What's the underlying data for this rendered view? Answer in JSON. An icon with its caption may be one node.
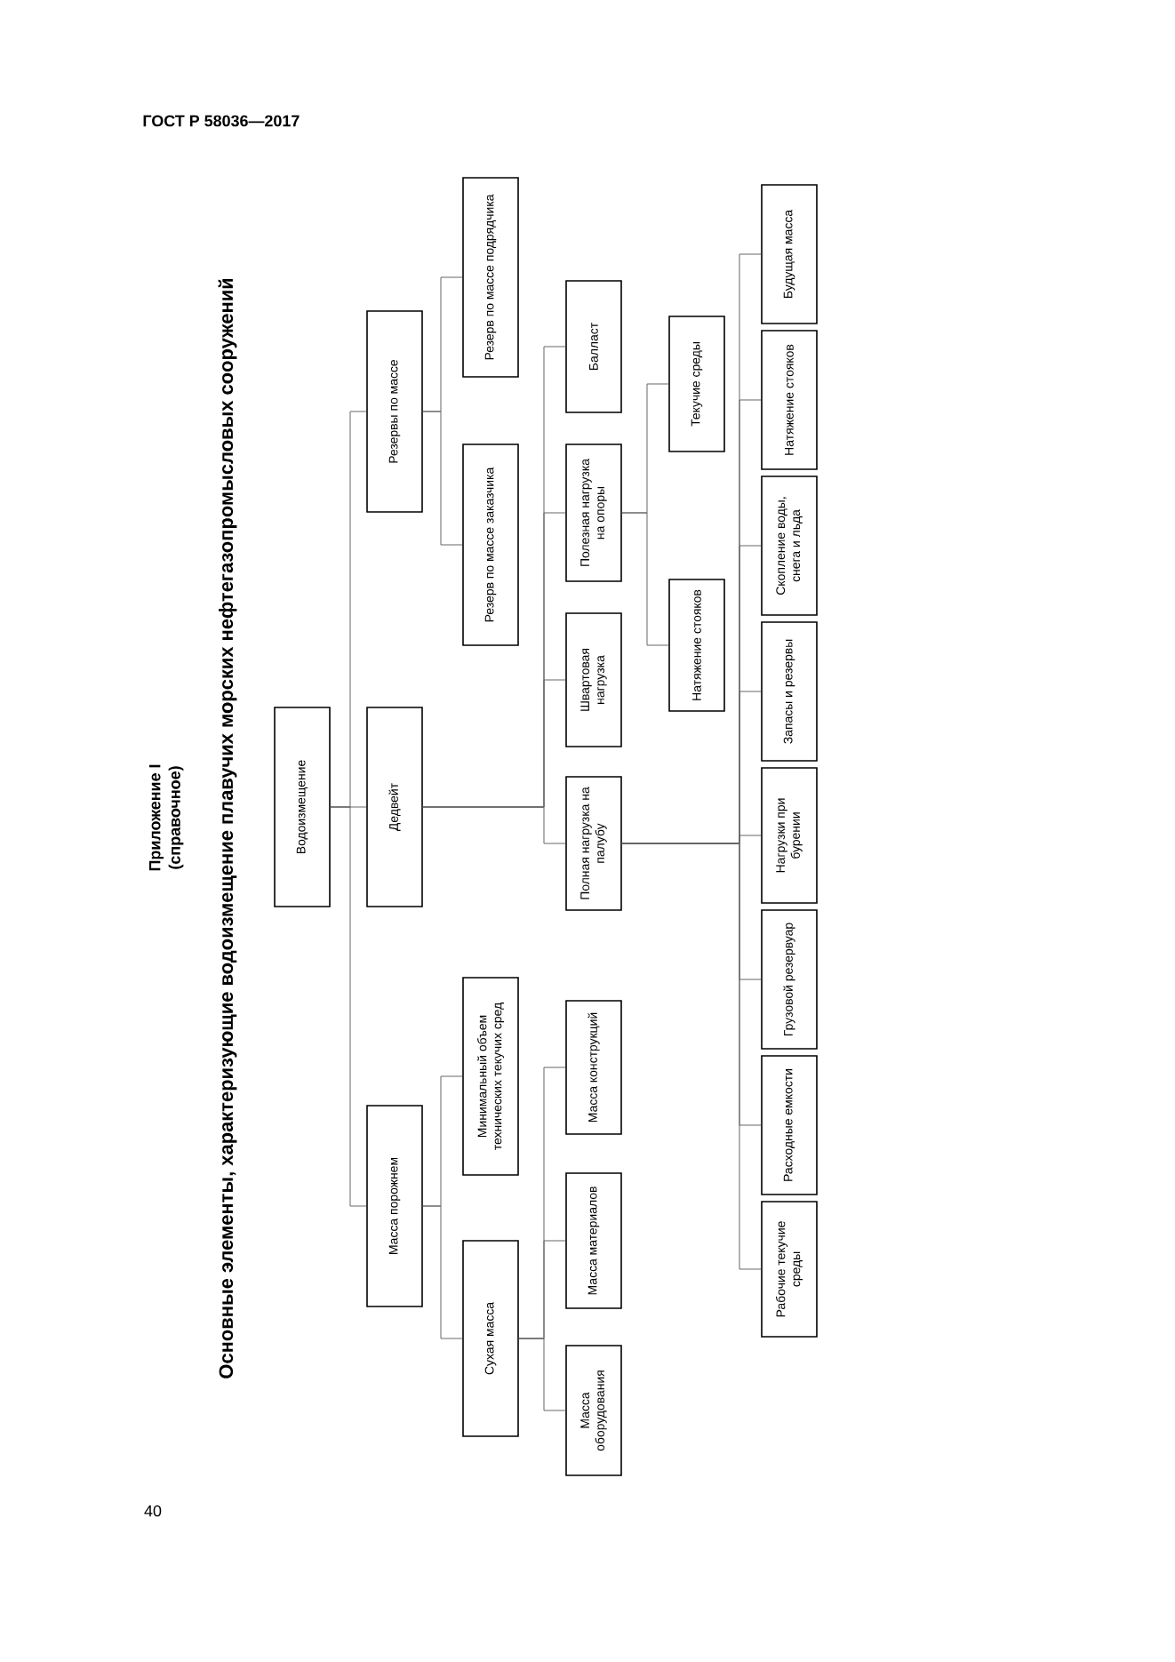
{
  "diagram": {
    "title": "Основные элементы, характеризующие водоизмещение плавучих морских нефтегазопромысловых сооружений",
    "nodes": [
      {
        "text": [
          "Водоизмещение"
        ]
      },
      {
        "text": [
          "Масса порожнем"
        ]
      },
      {
        "text": [
          "Дедвейт"
        ]
      },
      {
        "text": [
          "Резервы по массе"
        ]
      },
      {
        "text": [
          "Сухая масса"
        ]
      },
      {
        "text": [
          "Минимальный объем технических текучих сред"
        ]
      },
      {
        "text": [
          "Резерв по массе заказчика"
        ]
      },
      {
        "text": [
          "Резерв по массе подрядчика"
        ]
      },
      {
        "text": [
          "Масса оборудования"
        ]
      },
      {
        "text": [
          "Масса материалов"
        ]
      },
      {
        "text": [
          "Масса конструкций"
        ]
      },
      {
        "text": [
          "Полная нагрузка на палубу"
        ]
      },
      {
        "text": [
          "Швартовая нагрузка"
        ]
      },
      {
        "text": [
          "Полезная нагрузка на опоры"
        ]
      },
      {
        "text": [
          "Балласт"
        ]
      },
      {
        "text": [
          "Натяжение стояков"
        ]
      },
      {
        "text": [
          "Текучие среды"
        ]
      },
      {
        "text": [
          "Рабочие текучие среды"
        ]
      },
      {
        "text": [
          "Расходные емкости"
        ]
      },
      {
        "text": [
          "Грузовой резервуар"
        ]
      },
      {
        "text": [
          "Нагрузки при бурении"
        ]
      },
      {
        "text": [
          "Запасы и резервы"
        ]
      },
      {
        "text": [
          "Скопление воды, снега и льда"
        ]
      },
      {
        "text": [
          "Натяжение стояков"
        ]
      },
      {
        "text": [
          "Будущая масса"
        ]
      }
    ],
    "edges": [
      {
        "from": 0,
        "to": 1,
        "arrow": "none"
      },
      {
        "from": 0,
        "to": 2,
        "arrow": "none"
      },
      {
        "from": 0,
        "to": 3,
        "arrow": "none"
      },
      {
        "from": 1,
        "to": 4,
        "arrow": "none"
      },
      {
        "from": 1,
        "to": 5,
        "arrow": "none"
      },
      {
        "from": 3,
        "to": 6,
        "arrow": "none"
      },
      {
        "from": 3,
        "to": 7,
        "arrow": "none"
      },
      {
        "from": 4,
        "to": 8,
        "arrow": "none"
      },
      {
        "from": 4,
        "to": 9,
        "arrow": "none"
      },
      {
        "from": 4,
        "to": 10,
        "arrow": "none"
      },
      {
        "from": 2,
        "to": 11,
        "arrow": "none"
      },
      {
        "from": 2,
        "to": 12,
        "arrow": "none"
      },
      {
        "from": 2,
        "to": 13,
        "arrow": "none"
      },
      {
        "from": 2,
        "to": 14,
        "arrow": "none"
      },
      {
        "from": 13,
        "to": 15,
        "arrow": "none"
      },
      {
        "from": 13,
        "to": 16,
        "arrow": "none"
      },
      {
        "from": 11,
        "to": 17,
        "arrow": "none"
      },
      {
        "from": 11,
        "to": 18,
        "arrow": "none"
      },
      {
        "from": 11,
        "to": 19,
        "arrow": "none"
      },
      {
        "from": 11,
        "to": 20,
        "arrow": "none"
      },
      {
        "from": 11,
        "to": 21,
        "arrow": "none"
      },
      {
        "from": 11,
        "to": 22,
        "arrow": "none"
      },
      {
        "from": 11,
        "to": 23,
        "arrow": "none"
      },
      {
        "from": 11,
        "to": 24,
        "arrow": "none"
      }
    ],
    "labels": [
      "ГОСТ Р 58036—2017",
      "Приложение I",
      "(справочное)",
      "40"
    ]
  }
}
